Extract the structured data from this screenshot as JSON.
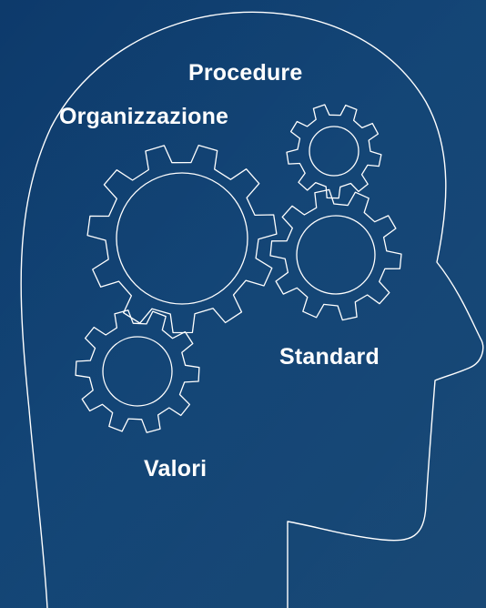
{
  "background_color": "#0e4173",
  "line_color": "#ffffff",
  "labels": {
    "procedure": "Procedure",
    "organizzazione": "Organizzazione",
    "standard": "Standard",
    "valori": "Valori"
  },
  "icons": {
    "head": "head-outline-icon",
    "gears": "gear-icon"
  }
}
